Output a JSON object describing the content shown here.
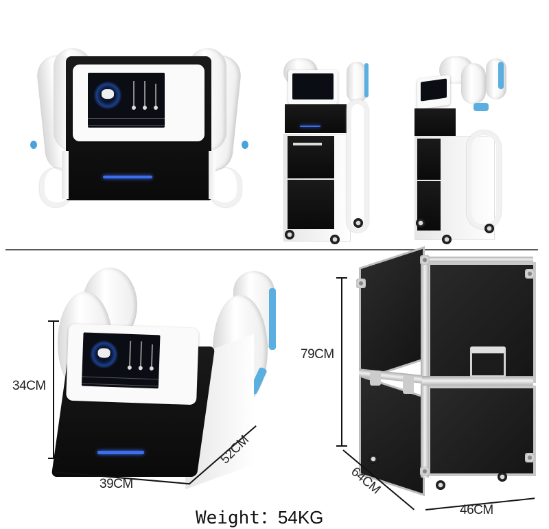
{
  "layout": {
    "divider_color": "#5a5a5a",
    "led_color": "#3c6ef0",
    "accent_blue": "#5aaee0"
  },
  "top_row": {
    "images": [
      {
        "label": "Portable machine - front view"
      },
      {
        "label": "Machine on trolley - front angled view"
      },
      {
        "label": "Machine on trolley - side angled view"
      }
    ]
  },
  "bottom_left": {
    "label": "Portable machine with dimensions",
    "dimensions": {
      "height": "34CM",
      "width": "39CM",
      "depth": "52CM"
    }
  },
  "bottom_right": {
    "label": "Flight case with dimensions",
    "dimensions": {
      "height": "79CM",
      "depth": "64CM",
      "width": "46CM"
    }
  },
  "weight": {
    "label": "Weight：",
    "value": "54KG"
  }
}
